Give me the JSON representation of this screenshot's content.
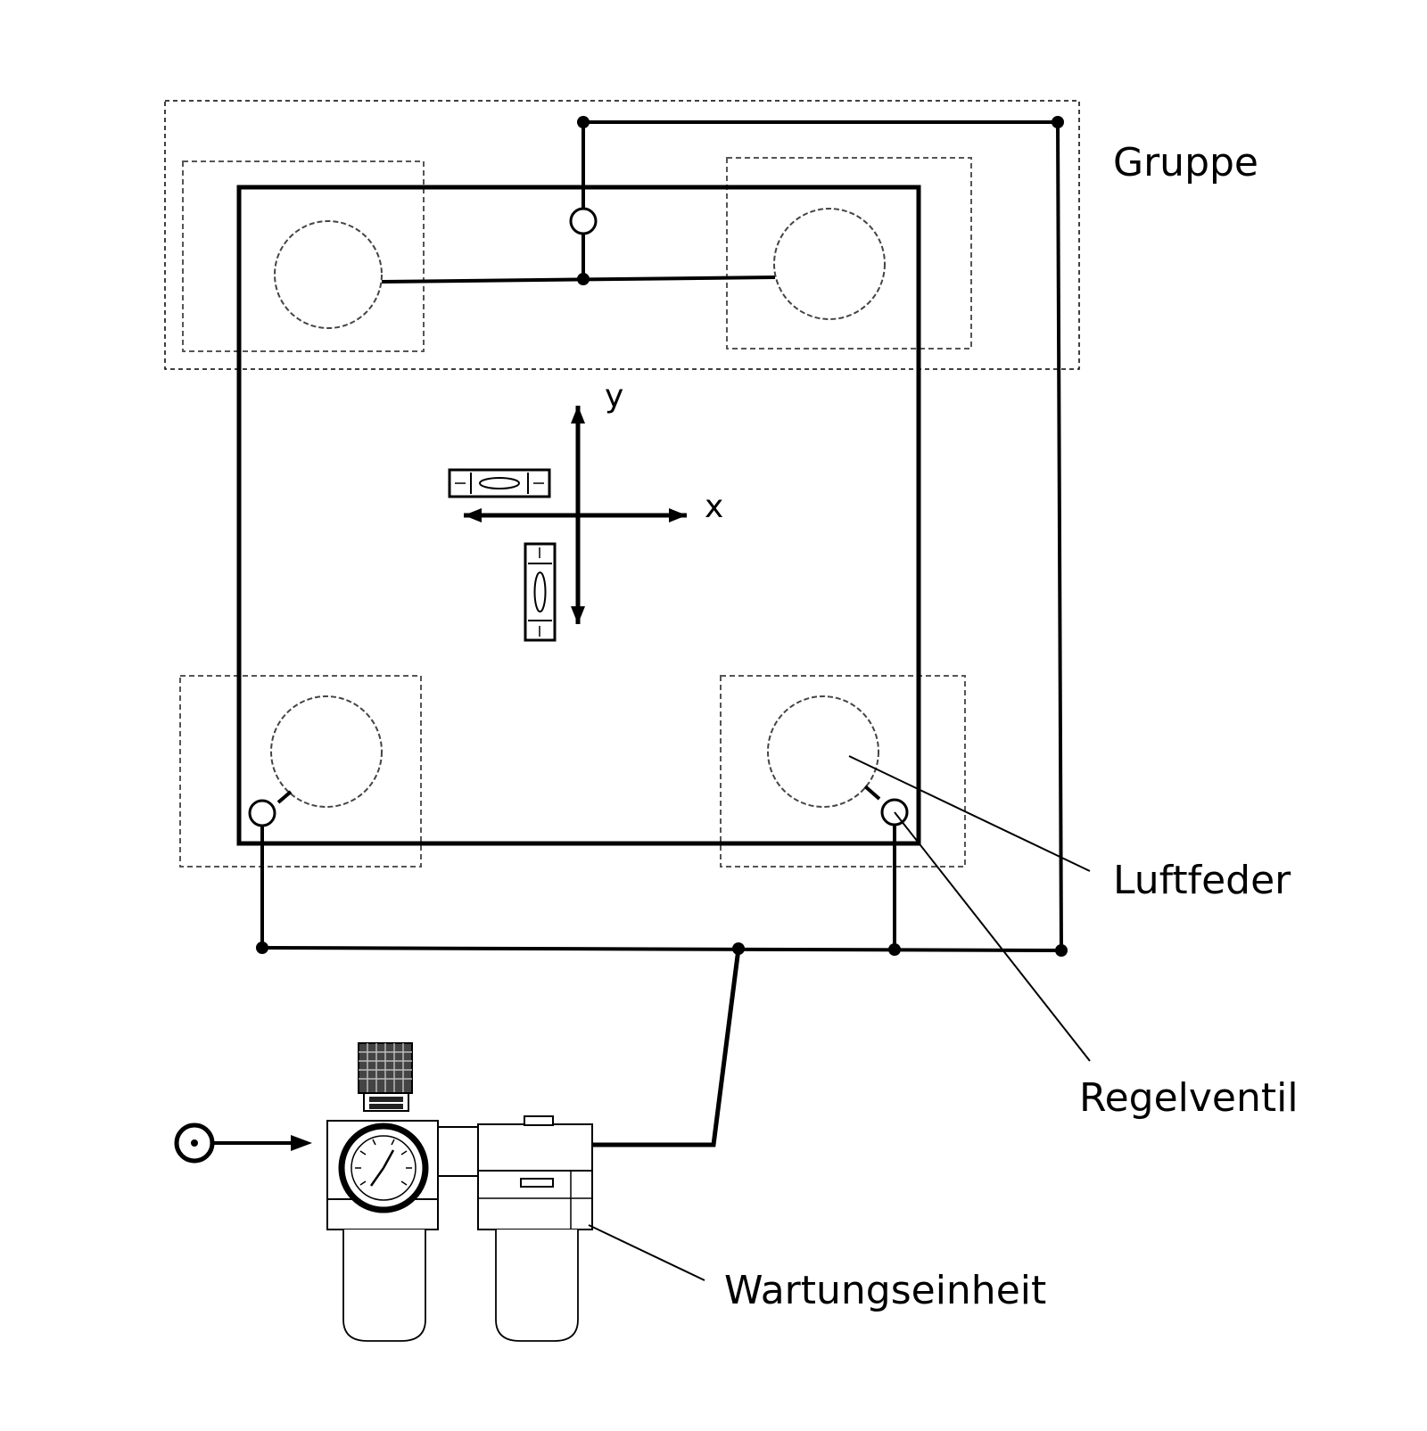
{
  "labels": {
    "gruppe": "Gruppe",
    "luftfeder": "Luftfeder",
    "regelventil": "Regelventil",
    "wartungseinheit": "Wartungseinheit"
  },
  "axes": {
    "x": "x",
    "y": "y"
  },
  "colors": {
    "line": "#000000",
    "dashed_gray": "#666666",
    "background": "#ffffff"
  },
  "icons": {
    "air_source": "air-source-icon",
    "pressure_gauge": "pressure-gauge-icon",
    "spirit_level": "spirit-level-icon",
    "control_valve": "control-valve-icon",
    "air_spring": "air-spring-icon"
  }
}
